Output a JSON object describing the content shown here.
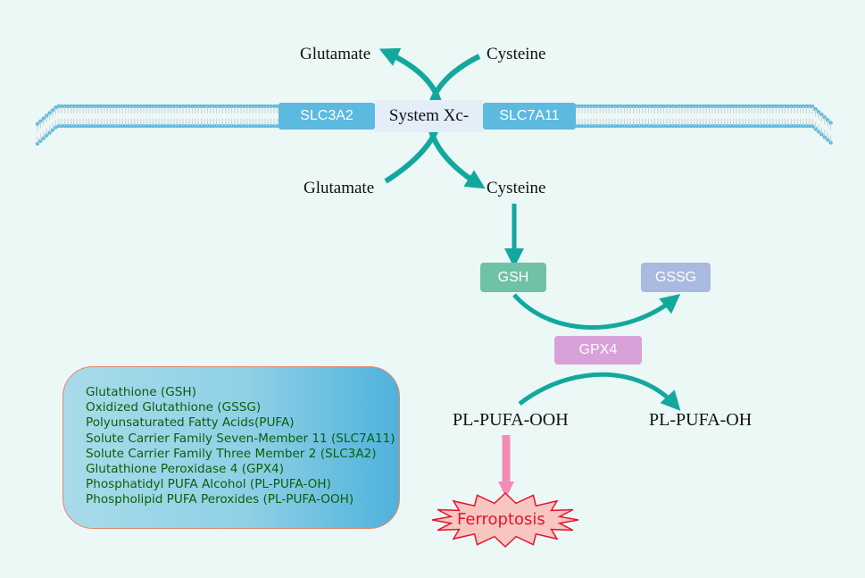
{
  "transporter": {
    "left_subunit": "SLC3A2",
    "center": "System Xc-",
    "right_subunit": "SLC7A11"
  },
  "metabolites": {
    "glutamate_out": "Glutamate",
    "cysteine_out": "Cysteine",
    "glutamate_in": "Glutamate",
    "cysteine_in": "Cysteine",
    "substrate": "PL-PUFA-OOH",
    "product": "PL-PUFA-OH"
  },
  "nodes": {
    "gsh": "GSH",
    "gssg": "GSSG",
    "gpx4": "GPX4",
    "ferroptosis": "Ferroptosis"
  },
  "legend": {
    "items": [
      "Glutathione (GSH)",
      "Oxidized Glutathione (GSSG)",
      "Polyunsaturated Fatty Acids(PUFA)",
      "Solute Carrier Family Seven-Member 11 (SLC7A11)",
      "Solute Carrier Family Three Member 2 (SLC3A2)",
      "Glutathione Peroxidase 4 (GPX4)",
      "Phosphatidyl PUFA Alcohol (PL-PUFA-OH)",
      "Phospholipid PUFA Peroxides (PL-PUFA-OOH)"
    ]
  },
  "colors": {
    "background": "#ebf8f6",
    "arrow_teal": "#13a89e",
    "subunit_blue": "#5cb9e0",
    "center_box": "#e3eef8",
    "gsh_green": "#6fc2a7",
    "gssg_lavender": "#a9b9e0",
    "gpx4_purple": "#d9a1d9",
    "ferroptosis_red": "#e8132e",
    "pink_arrow": "#f58ab5"
  }
}
